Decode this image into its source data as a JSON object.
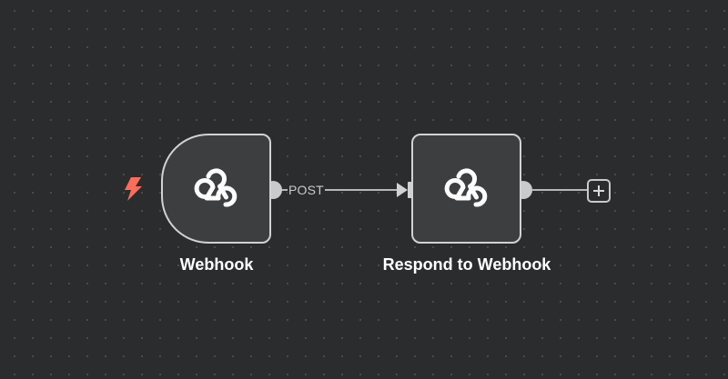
{
  "canvas": {
    "background_color": "#2b2c2d",
    "dot_color": "#4a4b4d"
  },
  "nodes": [
    {
      "label": "Webhook",
      "icon": "webhook-icon",
      "trigger": true
    },
    {
      "label": "Respond to Webhook",
      "icon": "webhook-icon",
      "trigger": false
    }
  ],
  "connection": {
    "label": "POST"
  },
  "add_node": {
    "icon": "plus-icon"
  },
  "colors": {
    "node_border": "#d1d2d4",
    "node_fill": "#3d3e40",
    "edge": "#b6b7ba",
    "trigger_accent": "#ff6d5a",
    "label_text": "#ffffff"
  }
}
